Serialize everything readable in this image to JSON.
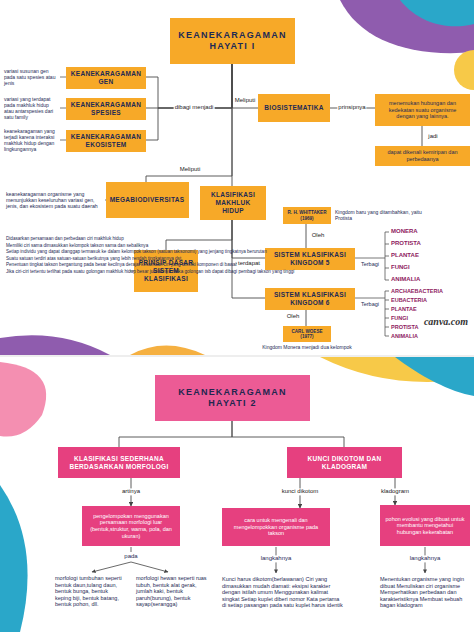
{
  "diagram": {
    "nodes": [
      {
        "text": [
          "KEANEKARAGAMAN HAYATI I"
        ]
      },
      {
        "text": [
          "KEANEKARAGAMAN GEN"
        ]
      },
      {
        "text": [
          "KEANEKARAGAMAN SPESIES"
        ]
      },
      {
        "text": [
          "KEANEKARAGAMAN EKOSISTEM"
        ]
      },
      {
        "text": [
          "BIOSISTEMATIKA"
        ]
      },
      {
        "text": [
          "menemukan hubungan dan kedekatan suatu organisme dengan yang lainnya."
        ]
      },
      {
        "text": [
          "dapat dikenali kemiripan dan perbedaanya"
        ]
      },
      {
        "text": [
          "MEGABIODIVERSITAS"
        ]
      },
      {
        "text": [
          "KLASIFIKASI MAKHLUK HIDUP"
        ]
      },
      {
        "text": [
          "PRINSIP DASAR SISTEM KLASIFIKASI"
        ]
      },
      {
        "text": [
          "R. H. WHITTAKER (1969)"
        ]
      },
      {
        "text": [
          "SISTEM KLASIFIKASI KINGDOM 5"
        ]
      },
      {
        "text": [
          "SISTEM KLASIFIKASI KINGDOM 6"
        ]
      },
      {
        "text": [
          "CARL WOESE (1977)"
        ]
      },
      {
        "text": [
          "KEANEKARAGAMAN HAYATI 2"
        ]
      },
      {
        "text": [
          "KLASIFIKASI SEDERHANA BERDASARKAN MORFOLOGI"
        ]
      },
      {
        "text": [
          "KUNCI DIKOTOM DAN KLADOGRAM"
        ]
      },
      {
        "text": [
          "pengelompokan menggunakan persamaan morfologi luar (bentuk,struktur, warna, pola, dan ukuran)"
        ]
      },
      {
        "text": [
          "cara untuk mengenali dan mengelompokkan organisme pada takson"
        ]
      },
      {
        "text": [
          "pohon evolusi yang dibuat untuk membantu mengetahui hubungan kekerabatan"
        ]
      }
    ],
    "edges": [
      {
        "from": 0,
        "to": 1,
        "arrow": "none"
      },
      {
        "from": 0,
        "to": 2,
        "label": "dibagi menjadi",
        "arrow": "none"
      },
      {
        "from": 0,
        "to": 3,
        "arrow": "none"
      },
      {
        "from": 0,
        "to": 4,
        "label": "Meliputi",
        "arrow": "none"
      },
      {
        "from": 4,
        "to": 5,
        "label": "prinsipnya",
        "arrow": "none"
      },
      {
        "from": 5,
        "to": 6,
        "label": "jadi",
        "arrow": "none"
      },
      {
        "from": 0,
        "to": 7,
        "label": "Meliputi",
        "arrow": "none"
      },
      {
        "from": 0,
        "to": 8,
        "arrow": "none"
      },
      {
        "from": 8,
        "to": 9,
        "arrow": "none"
      },
      {
        "from": 8,
        "to": 11,
        "label": "terdapat",
        "arrow": "none"
      },
      {
        "from": 8,
        "to": 12,
        "arrow": "none"
      },
      {
        "from": 11,
        "to": 10,
        "label": "Oleh",
        "arrow": "none"
      },
      {
        "from": 12,
        "to": 13,
        "label": "Oleh",
        "arrow": "none"
      },
      {
        "from": 14,
        "to": 15,
        "arrow": "none"
      },
      {
        "from": 14,
        "to": 16,
        "arrow": "none"
      },
      {
        "from": 15,
        "to": 17,
        "label": "artinya",
        "arrow": "to"
      },
      {
        "from": 16,
        "to": 18,
        "label": "kunci dikotom",
        "arrow": "to"
      },
      {
        "from": 16,
        "to": 19,
        "label": "kladogram",
        "arrow": "to"
      }
    ],
    "labels": [
      "variasi susunan gen pada satu spesies atau jenis",
      "variasi yang terdapat pada makhluk hidup atau antarspesies dari satu family",
      "keanekaragaman yang terjadi karena interaksi makhluk hidup dengan lingkungannya",
      "keanekaragaman organisme yang menunjukkan keseluruhan variasi gen, jenis, dan ekosistem pada suatu daerah",
      "Didasarkan persamaan dan perbedaan ciri makhluk hidup",
      "Memiliki ciri sama dimasukkan kelompok takson sama dan sebaliknya",
      "Setiap individu yang dapat dianggap termasuk ke dalam kelompok takson (satuan taksonomi) yang jenjang tingkatnya berurutan",
      "Suatu satuan terdiri atas satuan-satuan berikutnya yang lebih rendah tingkatannya dst.",
      "Penentuan tingkat takson bergantung pada besar kecilnya derajat kesamaan ciri yang dimiliki komponen di bawahnya.",
      "Jika ciri-ciri tertentu terlihat pada suatu golongan makhluk hidup besar jumlahnya maka golongan tsb dapat dibagi pembagi takson yang tinggi",
      "Kingdom baru yang ditambahkan, yaitu Protista",
      "Terbagi",
      "MONERA",
      "PROTISTA",
      "PLANTAE",
      "FUNGI",
      "ANIMALIA",
      "Terbagi",
      "ARCHAEBACTERIA",
      "EUBACTERIA",
      "PLANTAE",
      "FUNGI",
      "PROTISTA",
      "ANIMALIA",
      "Kingdom Monera menjadi dua kelompok",
      "canva.com",
      "pada",
      "morfologi tumbuhan seperti bentuk daun,tulang daun, bentuk bunga, bentuk keping biji, bentuk batang, bentuk pohon, dll.",
      "morfologi hewan seperti ruas tubuh, bentuk alat gerak, jumlah kaki, bentuk paruh(burung), bentuk sayap(serangga)",
      "langkahnya",
      "Kunci harus dikotom(berlawanan) Ciri yang dimasukkan mudah diamati: eksipsi karakter dengan istilah umum Menggunakan kalimat singkat Setiap kuplet diberi nomor Kata pertama di setiap pasangan pada satu kuplet harus identik",
      "langkahnya",
      "Menentukan organisme yang ingin dibuat Menuliskan ciri organisme Memperhatikan perbedaan dan karakteristiknya Membuat sebuah bagan kladogram"
    ]
  }
}
